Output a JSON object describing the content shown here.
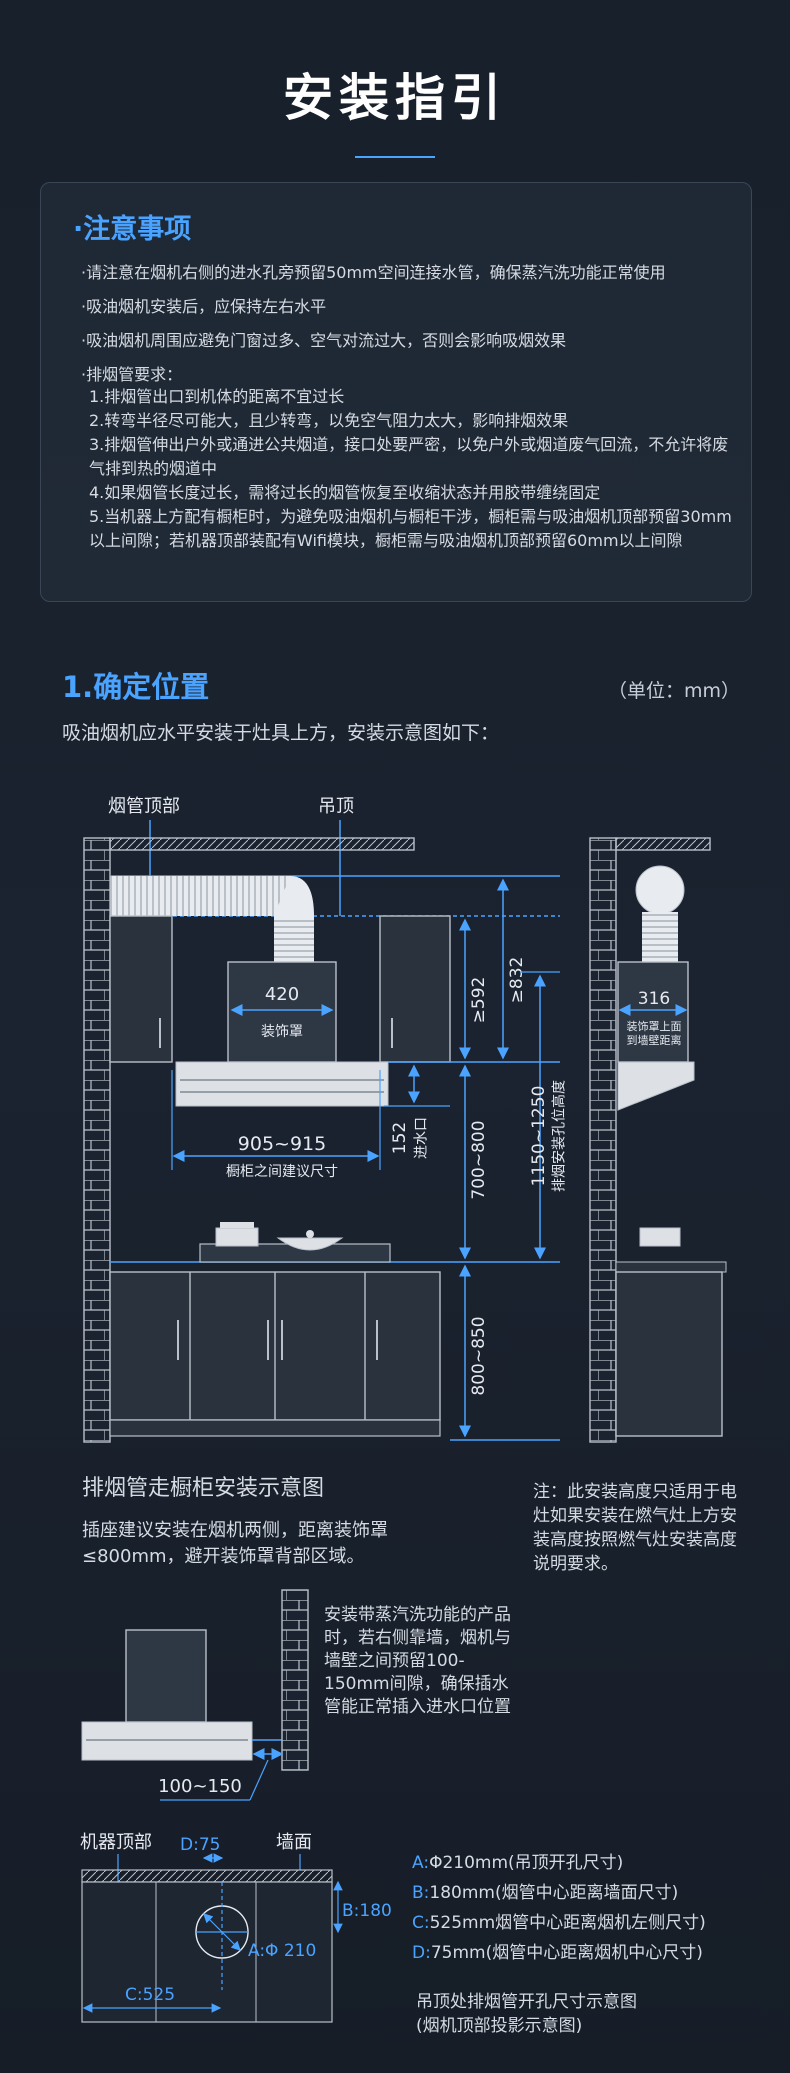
{
  "page": {
    "title": "安装指引"
  },
  "notice": {
    "heading": "·注意事项",
    "bullets": [
      "·请注意在烟机右侧的进水孔旁预留50mm空间连接水管，确保蒸汽洗功能正常使用",
      "·吸油烟机安装后，应保持左右水平",
      "·吸油烟机周围应避免门窗过多、空气对流过大，否则会影响吸烟效果",
      "·排烟管要求："
    ],
    "requirements": [
      "1.排烟管出口到机体的距离不宜过长",
      "2.转弯半径尽可能大，且少转弯，以免空气阻力太大，影响排烟效果",
      "3.排烟管伸出户外或通进公共烟道，接口处要严密，以免户外或烟道废气回流，不允许将废气排到热的烟道中",
      "4.如果烟管长度过长，需将过长的烟管恢复至收缩状态并用胶带缠绕固定",
      "5.当机器上方配有橱柜时，为避免吸油烟机与橱柜干涉，橱柜需与吸油烟机顶部预留30mm以上间隙；若机器顶部装配有Wifi模块，橱柜需与吸油烟机顶部预留60mm以上间隙"
    ]
  },
  "section1": {
    "title": "1.确定位置",
    "unit": "（单位：mm）",
    "desc": "吸油烟机应水平安装于灶具上方，安装示意图如下："
  },
  "diagram_main": {
    "label_pipe_top": "烟管顶部",
    "label_ceiling": "吊顶",
    "dim_420": "420",
    "label_cover": "装饰罩",
    "dim_592": "≥592",
    "dim_832": "≥832",
    "dim_905": "905~915",
    "label_cabinet_gap": "橱柜之间建议尺寸",
    "dim_152": "152",
    "label_inlet": "进水口",
    "dim_700": "700~800",
    "dim_1150": "1150~1250",
    "label_exhaust_height": "排烟安装孔位高度",
    "dim_800": "800~850",
    "dim_316": "316",
    "label_side_cover_1": "装饰罩上面",
    "label_side_cover_2": "到墙壁距离"
  },
  "note": "注：此安装高度只适用于电灶如果安装在燃气灶上方安装高度按照燃气灶安装高度说明要求。",
  "sub": {
    "title": "排烟管走橱柜安装示意图",
    "desc": "插座建议安装在烟机两侧，距离装饰罩≤800mm，避开装饰罩背部区域。"
  },
  "steam": {
    "note": "安装带蒸汽洗功能的产品时，若右侧靠墙，烟机与墙壁之间预留100-150mm间隙，确保插水管能正常插入进水口位置",
    "dim": "100~150"
  },
  "top_view": {
    "label_machine_top": "机器顶部",
    "label_wall": "墙面",
    "dim_d": "D:75",
    "dim_b": "B:180",
    "dim_a": "A:Φ 210",
    "dim_c": "C:525"
  },
  "legend": [
    {
      "key": "A:",
      "text": "Φ210mm(吊顶开孔尺寸)"
    },
    {
      "key": "B:",
      "text": "180mm(烟管中心距离墙面尺寸)"
    },
    {
      "key": "C:",
      "text": "525mm烟管中心距离烟机左侧尺寸)"
    },
    {
      "key": "D:",
      "text": "75mm(烟管中心距离烟机中心尺寸)"
    }
  ],
  "caption": [
    "吊顶处排烟管开孔尺寸示意图",
    "(烟机顶部投影示意图)"
  ],
  "colors": {
    "accent": "#4aa3ff",
    "line": "#c8ced8",
    "background": "#18202b"
  }
}
